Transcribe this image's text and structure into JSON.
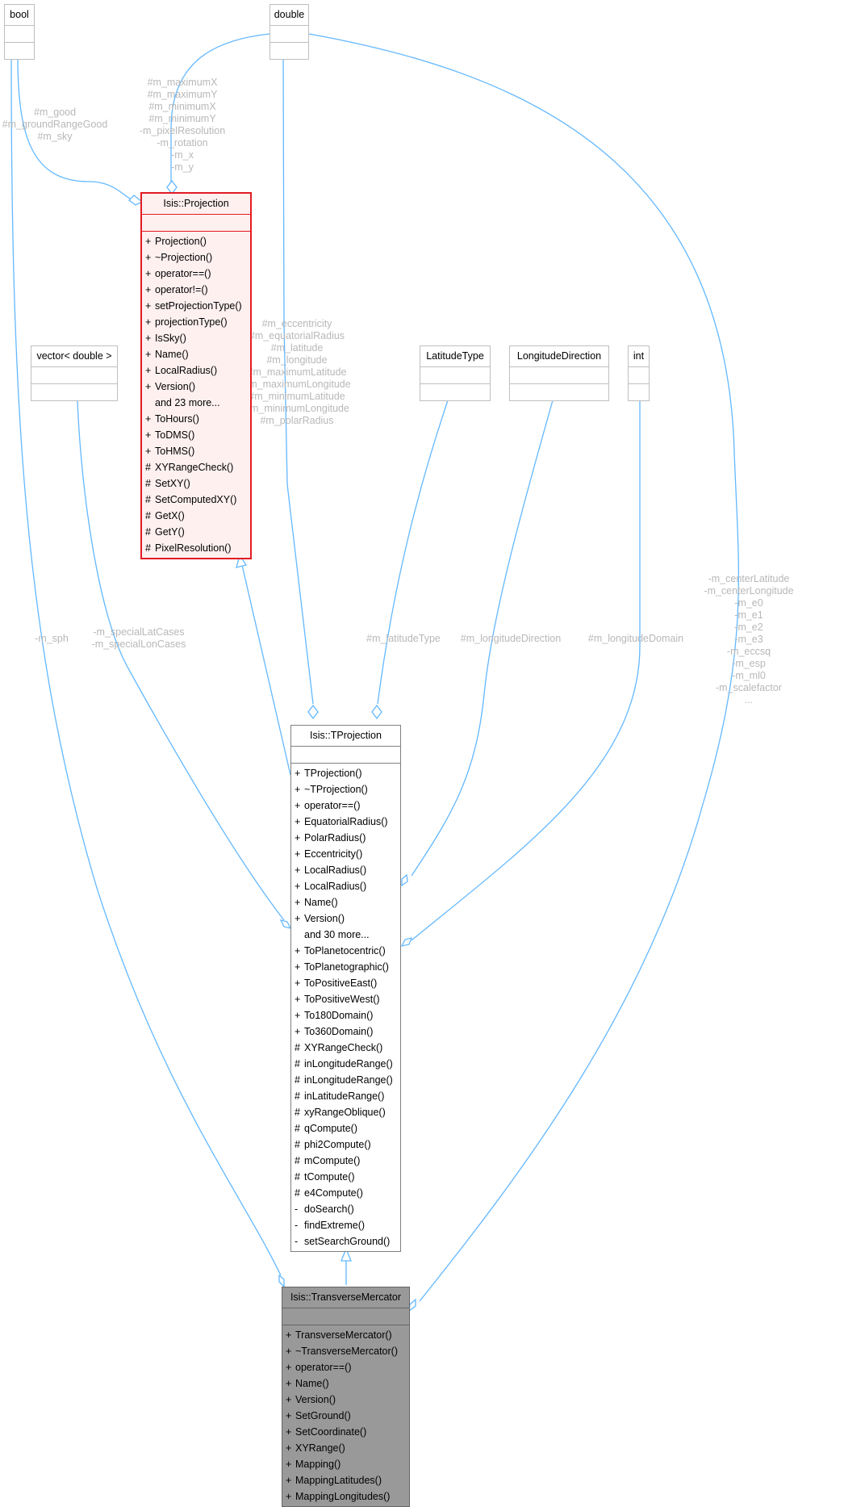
{
  "diagram": {
    "type": "collaboration-diagram",
    "nodes": {
      "bool": {
        "title": "bool",
        "ops": []
      },
      "double": {
        "title": "double",
        "ops": []
      },
      "vector_double": {
        "title": "vector< double >",
        "ops": []
      },
      "latitude_type": {
        "title": "LatitudeType",
        "ops": []
      },
      "longitude_direction": {
        "title": "LongitudeDirection",
        "ops": []
      },
      "int": {
        "title": "int",
        "ops": []
      },
      "projection": {
        "title": "Isis::Projection",
        "ops": [
          {
            "vis": "+",
            "name": "Projection()"
          },
          {
            "vis": "+",
            "name": "~Projection()"
          },
          {
            "vis": "+",
            "name": "operator==()"
          },
          {
            "vis": "+",
            "name": "operator!=()"
          },
          {
            "vis": "+",
            "name": "setProjectionType()"
          },
          {
            "vis": "+",
            "name": "projectionType()"
          },
          {
            "vis": "+",
            "name": "IsSky()"
          },
          {
            "vis": "+",
            "name": "Name()"
          },
          {
            "vis": "+",
            "name": "LocalRadius()"
          },
          {
            "vis": "+",
            "name": "Version()"
          },
          {
            "vis": "",
            "name": "and 23 more..."
          },
          {
            "vis": "+",
            "name": "ToHours()"
          },
          {
            "vis": "+",
            "name": "ToDMS()"
          },
          {
            "vis": "+",
            "name": "ToHMS()"
          },
          {
            "vis": "#",
            "name": "XYRangeCheck()"
          },
          {
            "vis": "#",
            "name": "SetXY()"
          },
          {
            "vis": "#",
            "name": "SetComputedXY()"
          },
          {
            "vis": "#",
            "name": "GetX()"
          },
          {
            "vis": "#",
            "name": "GetY()"
          },
          {
            "vis": "#",
            "name": "PixelResolution()"
          }
        ]
      },
      "tprojection": {
        "title": "Isis::TProjection",
        "ops": [
          {
            "vis": "+",
            "name": "TProjection()"
          },
          {
            "vis": "+",
            "name": "~TProjection()"
          },
          {
            "vis": "+",
            "name": "operator==()"
          },
          {
            "vis": "+",
            "name": "EquatorialRadius()"
          },
          {
            "vis": "+",
            "name": "PolarRadius()"
          },
          {
            "vis": "+",
            "name": "Eccentricity()"
          },
          {
            "vis": "+",
            "name": "LocalRadius()"
          },
          {
            "vis": "+",
            "name": "LocalRadius()"
          },
          {
            "vis": "+",
            "name": "Name()"
          },
          {
            "vis": "+",
            "name": "Version()"
          },
          {
            "vis": "",
            "name": "and 30 more..."
          },
          {
            "vis": "+",
            "name": "ToPlanetocentric()"
          },
          {
            "vis": "+",
            "name": "ToPlanetographic()"
          },
          {
            "vis": "+",
            "name": "ToPositiveEast()"
          },
          {
            "vis": "+",
            "name": "ToPositiveWest()"
          },
          {
            "vis": "+",
            "name": "To180Domain()"
          },
          {
            "vis": "+",
            "name": "To360Domain()"
          },
          {
            "vis": "#",
            "name": "XYRangeCheck()"
          },
          {
            "vis": "#",
            "name": "inLongitudeRange()"
          },
          {
            "vis": "#",
            "name": "inLongitudeRange()"
          },
          {
            "vis": "#",
            "name": "inLatitudeRange()"
          },
          {
            "vis": "#",
            "name": "xyRangeOblique()"
          },
          {
            "vis": "#",
            "name": "qCompute()"
          },
          {
            "vis": "#",
            "name": "phi2Compute()"
          },
          {
            "vis": "#",
            "name": "mCompute()"
          },
          {
            "vis": "#",
            "name": "tCompute()"
          },
          {
            "vis": "#",
            "name": "e4Compute()"
          },
          {
            "vis": "-",
            "name": "doSearch()"
          },
          {
            "vis": "-",
            "name": "findExtreme()"
          },
          {
            "vis": "-",
            "name": "setSearchGround()"
          }
        ]
      },
      "transverse_mercator": {
        "title": "Isis::TransverseMercator",
        "ops": [
          {
            "vis": "+",
            "name": "TransverseMercator()"
          },
          {
            "vis": "+",
            "name": "~TransverseMercator()"
          },
          {
            "vis": "+",
            "name": "operator==()"
          },
          {
            "vis": "+",
            "name": "Name()"
          },
          {
            "vis": "+",
            "name": "Version()"
          },
          {
            "vis": "+",
            "name": "SetGround()"
          },
          {
            "vis": "+",
            "name": "SetCoordinate()"
          },
          {
            "vis": "+",
            "name": "XYRange()"
          },
          {
            "vis": "+",
            "name": "Mapping()"
          },
          {
            "vis": "+",
            "name": "MappingLatitudes()"
          },
          {
            "vis": "+",
            "name": "MappingLongitudes()"
          }
        ]
      }
    },
    "edge_labels": {
      "bool_to_projection": [
        "#m_good",
        "#m_groundRangeGood",
        "#m_sky"
      ],
      "double_to_projection": [
        "#m_maximumX",
        "#m_maximumY",
        "#m_minimumX",
        "#m_minimumY",
        "-m_pixelResolution",
        "-m_rotation",
        "-m_x",
        "-m_y"
      ],
      "double_to_tprojection": [
        "#m_eccentricity",
        "#m_equatorialRadius",
        "#m_latitude",
        "#m_longitude",
        "#m_maximumLatitude",
        "#m_maximumLongitude",
        "#m_minimumLatitude",
        "#m_minimumLongitude",
        "#m_polarRadius"
      ],
      "bool_to_transverse_mercator": [
        "-m_sph"
      ],
      "vector_to_tprojection": [
        "-m_specialLatCases",
        "-m_specialLonCases"
      ],
      "latitude_type_to_tprojection": [
        "#m_latitudeType"
      ],
      "longitude_direction_to_tprojection": [
        "#m_longitudeDirection"
      ],
      "int_to_tprojection": [
        "#m_longitudeDomain"
      ],
      "double_to_transverse_mercator": [
        "-m_centerLatitude",
        "-m_centerLongitude",
        "-m_e0",
        "-m_e1",
        "-m_e2",
        "-m_e3",
        "-m_eccsq",
        "-m_esp",
        "-m_ml0",
        "-m_scalefactor",
        "..."
      ]
    },
    "colors": {
      "edge": "#63b8ff",
      "edge_label": "#b8b8b8",
      "highlight_border": "#e31b23",
      "highlight_fill": "#fff0f0",
      "focus_fill": "#999999"
    }
  }
}
